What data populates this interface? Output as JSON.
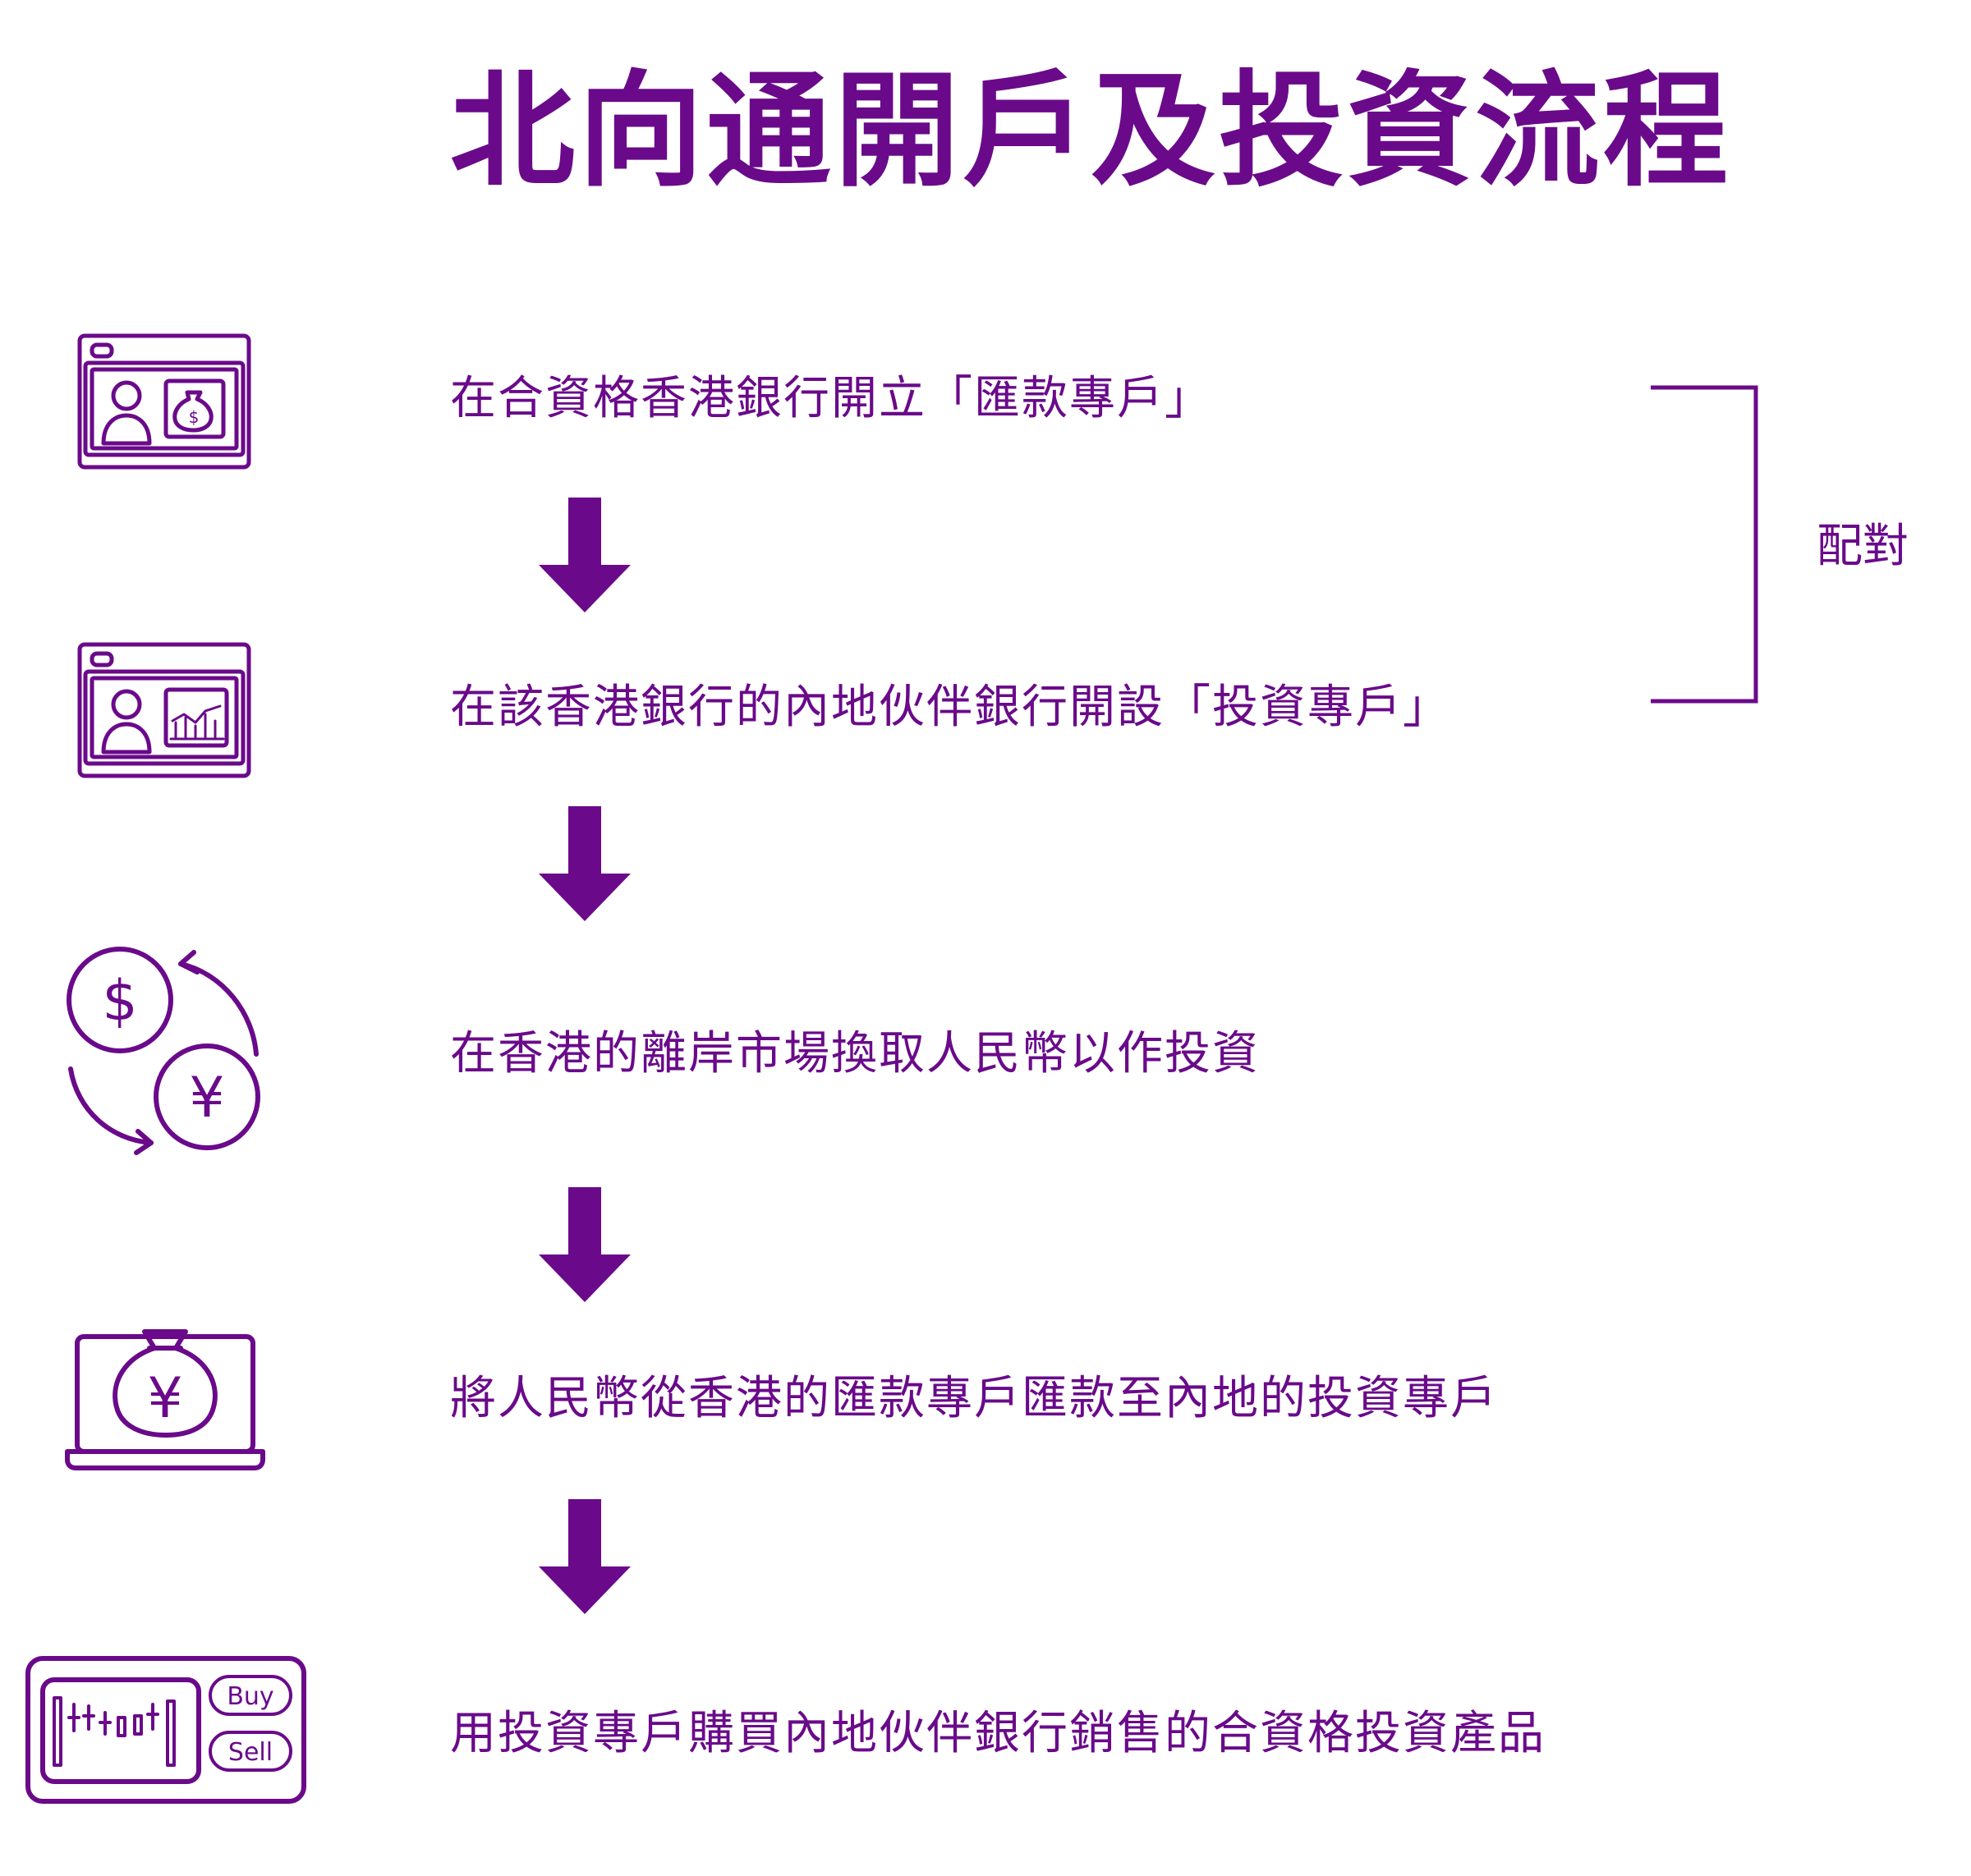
{
  "title": "北向通開戶及投資流程",
  "steps": [
    {
      "text": "在合資格香港銀行開立「匯款專戶」",
      "icon": "remittance-account-icon"
    },
    {
      "text": "在該香港銀行的內地伙伴銀行開設「投資專戶」",
      "icon": "investment-account-icon"
    },
    {
      "text": "在香港的離岸市場換取人民幣以作投資",
      "icon": "currency-exchange-icon"
    },
    {
      "text": "將人民幣從香港的匯款專戶匯款至內地的投資專戶",
      "icon": "rmb-remittance-laptop-icon"
    },
    {
      "text": "用投資專戶購買內地伙伴銀行銷售的合資格投資產品",
      "icon": "buy-sell-trading-icon"
    }
  ],
  "pairing_label": "配對",
  "icon_text": {
    "dollar": "$",
    "yuan": "¥",
    "buy": "Buy",
    "sell": "Sell"
  },
  "colors": {
    "primary": "#6a0a8a"
  }
}
